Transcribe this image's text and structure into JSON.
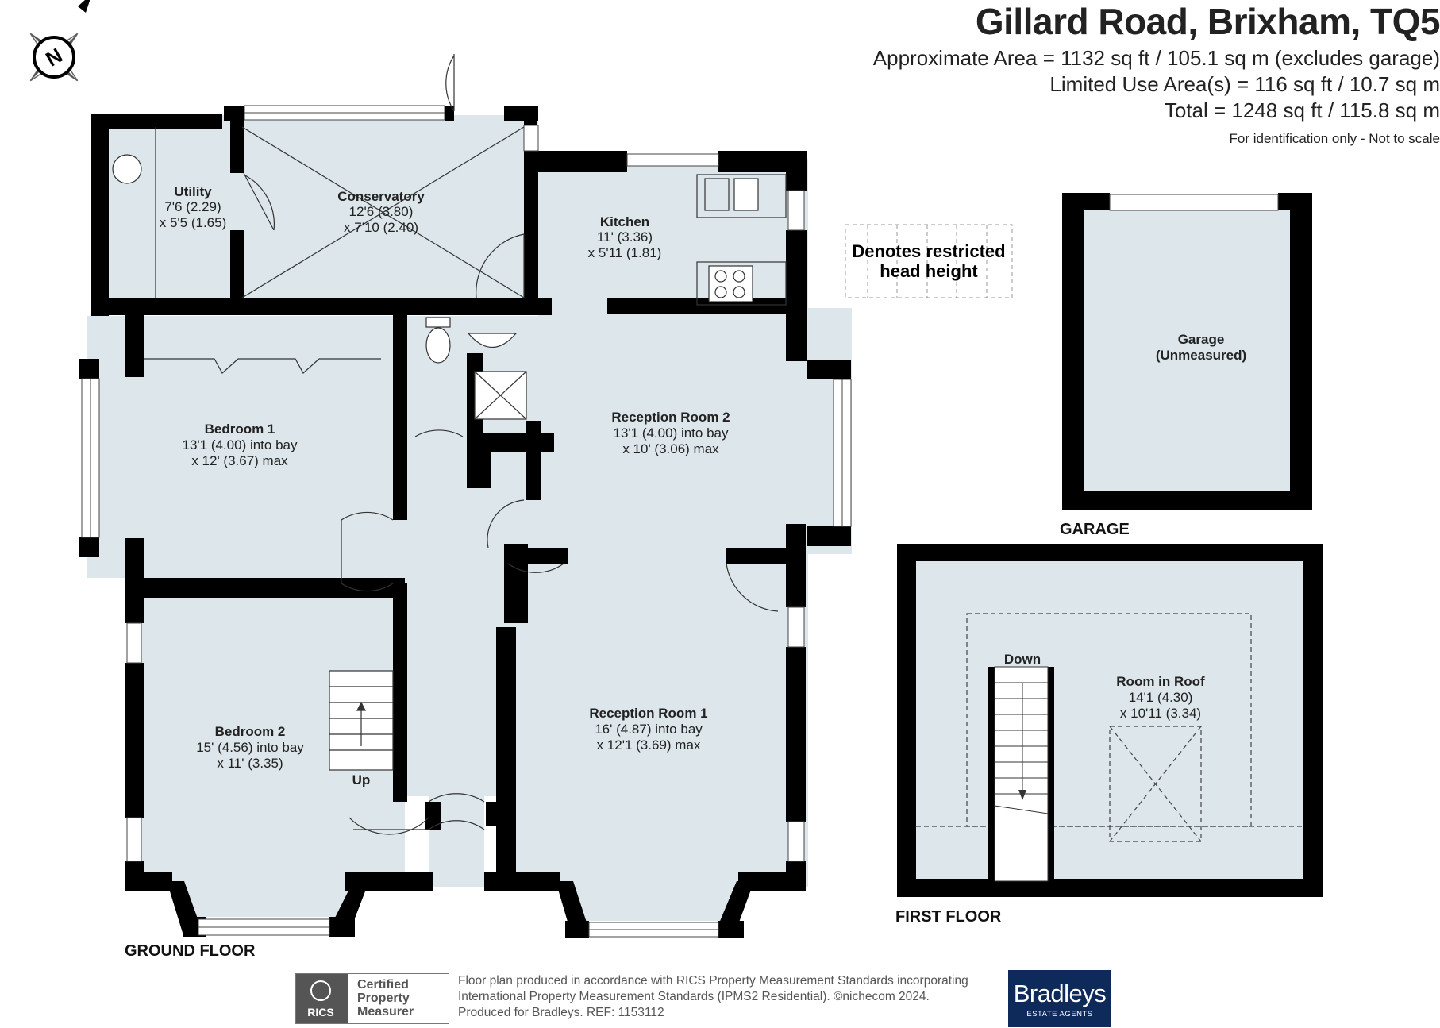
{
  "header": {
    "title": "Gillard Road, Brixham, TQ5",
    "area_line": "Approximate Area = 1132 sq ft / 105.1 sq m (excludes garage)",
    "limited_use_line": "Limited Use Area(s) = 116 sq ft / 10.7 sq m",
    "total_line": "Total = 1248 sq ft / 115.8 sq m",
    "note": "For identification only - Not to scale"
  },
  "compass": {
    "letter": "N"
  },
  "legend": {
    "line1": "Denotes restricted",
    "line2": "head height"
  },
  "rooms": {
    "utility": {
      "name": "Utility",
      "dim1": "7'6 (2.29)",
      "dim2": "x 5'5 (1.65)"
    },
    "conservatory": {
      "name": "Conservatory",
      "dim1": "12'6 (3.80)",
      "dim2": "x 7'10 (2.40)"
    },
    "kitchen": {
      "name": "Kitchen",
      "dim1": "11' (3.36)",
      "dim2": "x 5'11 (1.81)"
    },
    "bedroom1": {
      "name": "Bedroom 1",
      "dim1": "13'1 (4.00) into bay",
      "dim2": "x 12' (3.67) max"
    },
    "reception2": {
      "name": "Reception Room 2",
      "dim1": "13'1 (4.00) into bay",
      "dim2": "x 10' (3.06) max"
    },
    "bedroom2": {
      "name": "Bedroom 2",
      "dim1": "15' (4.56) into bay",
      "dim2": "x 11' (3.35)"
    },
    "reception1": {
      "name": "Reception Room 1",
      "dim1": "16' (4.87) into bay",
      "dim2": "x 12'1 (3.69) max"
    },
    "garage": {
      "name": "Garage",
      "dim1": "(Unmeasured)"
    },
    "roof": {
      "name": "Room in Roof",
      "dim1": "14'1 (4.30)",
      "dim2": "x 10'11 (3.34)"
    }
  },
  "stairs": {
    "up": "Up",
    "down": "Down"
  },
  "floors": {
    "ground": "GROUND FLOOR",
    "first": "FIRST FLOOR",
    "garage": "GARAGE"
  },
  "footer": {
    "line1": "Floor plan produced in accordance with RICS Property Measurement Standards incorporating",
    "line2": "International Property Measurement Standards (IPMS2 Residential).  ©nichecom 2024.",
    "line3": "Produced for Bradleys.   REF: 1153112"
  },
  "rics": {
    "brand": "RICS",
    "line1": "Certified",
    "line2": "Property",
    "line3": "Measurer"
  },
  "agent": {
    "name": "Bradleys",
    "tagline": "ESTATE AGENTS"
  },
  "colors": {
    "floor": "#dde6ea",
    "wall": "#000000",
    "agent_bg": "#0d2a5a"
  }
}
